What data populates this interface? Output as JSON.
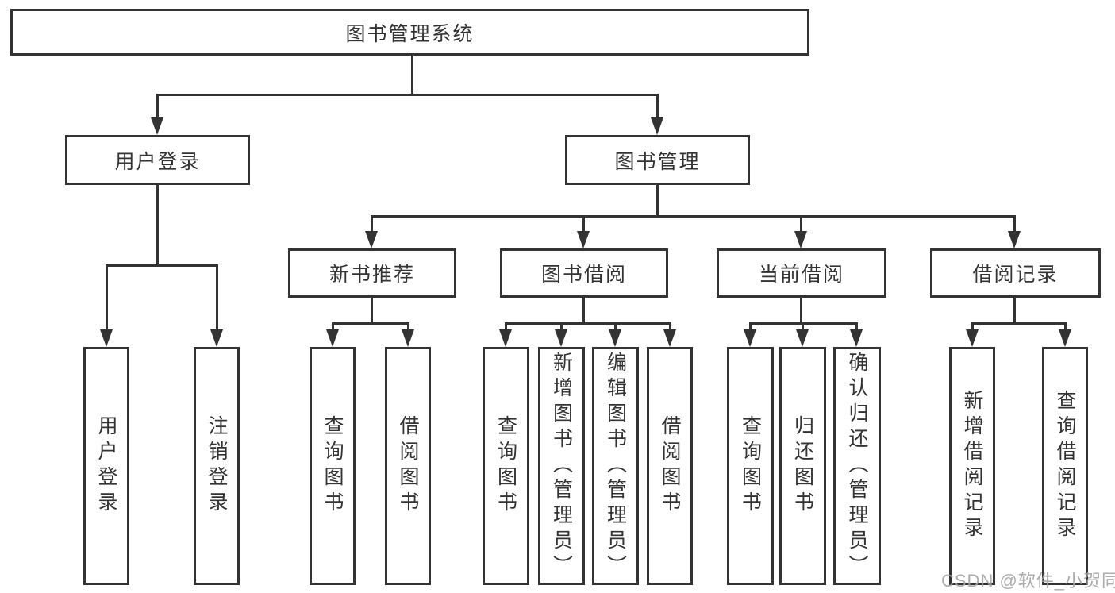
{
  "diagram": {
    "root": {
      "label": "图书管理系统"
    },
    "level2": [
      {
        "label": "用户登录"
      },
      {
        "label": "图书管理"
      }
    ],
    "level3": [
      {
        "label": "新书推荐"
      },
      {
        "label": "图书借阅"
      },
      {
        "label": "当前借阅"
      },
      {
        "label": "借阅记录"
      }
    ],
    "leaves": {
      "user_login": [
        "用户登录",
        "注销登录"
      ],
      "new_book": [
        "查询图书",
        "借阅图书"
      ],
      "book_borrow": [
        "查询图书",
        "新增图书（管理员）",
        "编辑图书（管理员）",
        "借阅图书"
      ],
      "current_borrow": [
        "查询图书",
        "归还图书",
        "确认归还（管理员）"
      ],
      "borrow_records": [
        "新增借阅记录",
        "查询借阅记录"
      ]
    }
  },
  "watermark": {
    "text": "CSDN @软件_小贺同学"
  },
  "colors": {
    "line": "#333333",
    "text": "#333333",
    "watermark": "#a0a0a0",
    "background": "#ffffff"
  }
}
